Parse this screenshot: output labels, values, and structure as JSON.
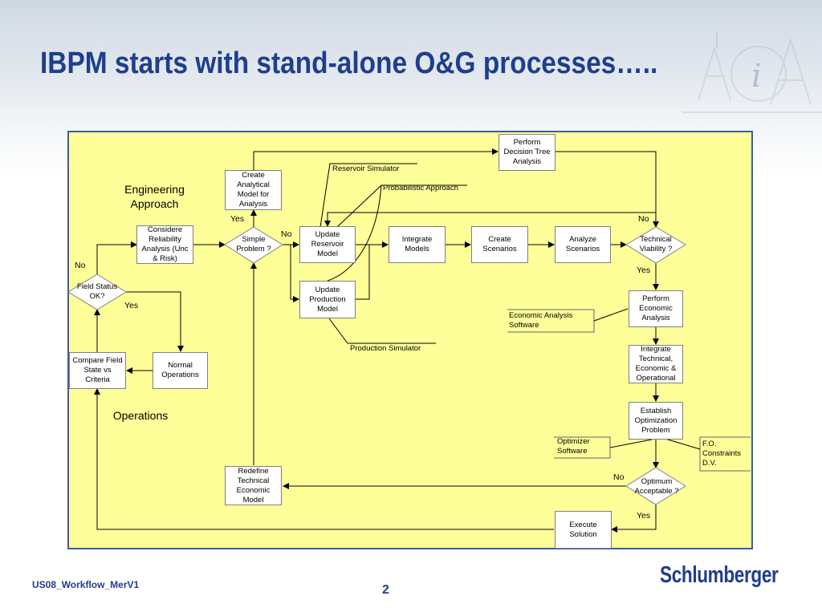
{
  "slide": {
    "title": "IBPM starts with stand-alone O&G processes…..",
    "footer_left": "US08_Workflow_MerV1",
    "page_number": "2",
    "logo_text": "Schlumberger"
  },
  "colors": {
    "title": "#1f3e8c",
    "panel_fill": "#ffff99",
    "panel_border": "#3a5da3",
    "box_border": "#7f7f7f"
  },
  "sections": {
    "engineering": "Engineering\nApproach",
    "operations": "Operations"
  },
  "nodes": {
    "perform_decision": "Perform Decision Tree Analysis",
    "create_model": "Create Analytical Model for Analysis",
    "consider_reliability": "Considere Reliability Analysis (Unc & Risk)",
    "simple_problem": "Simple Problem ?",
    "update_reservoir": "Update Reservoir Model",
    "integrate_models": "Integrate Models",
    "create_scenarios": "Create Scenarios",
    "analyze_scenarios": "Analyze Scenarios",
    "technical_viability": "Technical Viability ?",
    "update_production": "Update Production Model",
    "field_status": "Field Status OK?",
    "perform_economic": "Perform Economic Analysis",
    "compare_field": "Compare Field State vs Criteria",
    "normal_operations": "Normal Operations",
    "integrate_tech": "Integrate Technical, Economic & Operational",
    "establish_opt": "Establish Optimization Problem",
    "redefine": "Redefine Technical Economic Model",
    "optimum": "Optimum Acceptable  ?",
    "execute": "Execute Solution"
  },
  "labels": {
    "yes_simple": "Yes",
    "no_simple": "No",
    "no_tech": "No",
    "yes_tech": "Yes",
    "no_field": "No",
    "yes_field": "Yes",
    "no_opt": "No",
    "yes_opt": "Yes"
  },
  "tools": {
    "reservoir_sim": "Reservoir Simulator",
    "prob_approach": "Probabilistic Approach",
    "econ_software": "Economic Analysis\nSoftware",
    "prod_sim": "Production Simulator",
    "opt_software": "Optimizer\nSoftware",
    "fo_constraints": "F.O.\nConstraints\nD.V."
  }
}
